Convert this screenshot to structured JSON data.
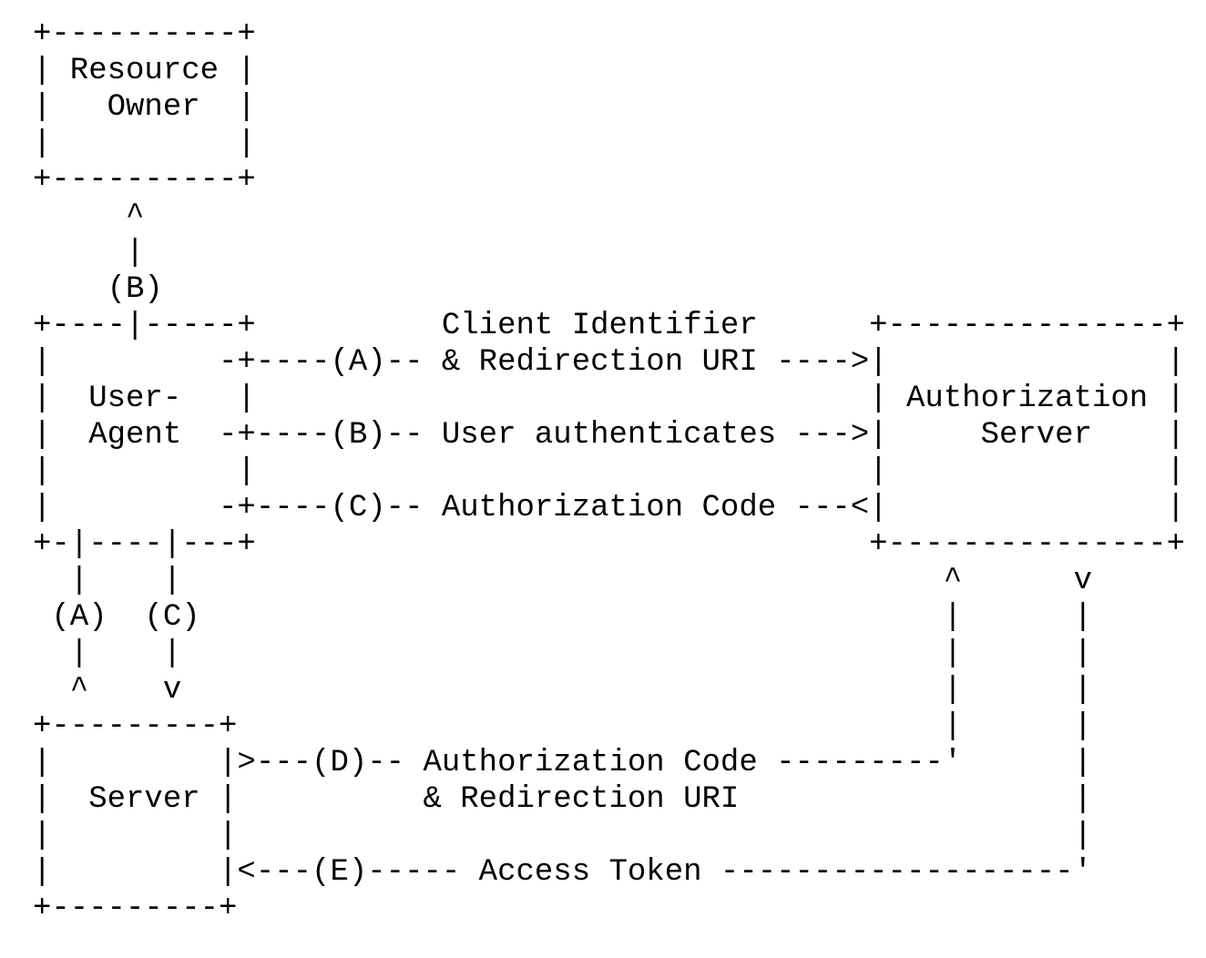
{
  "page": {
    "background_color": "#ffffff",
    "text_color": "#000000"
  },
  "diagram": {
    "kind": "ascii-flow-diagram",
    "lines": [
      "+----------+",
      "| Resource |",
      "|   Owner  |",
      "|          |",
      "+----------+",
      "     ^",
      "     |",
      "    (B)",
      "+----|-----+          Client Identifier      +---------------+",
      "|         -+----(A)-- & Redirection URI ---->|               |",
      "|  User-   |                                 | Authorization |",
      "|  Agent  -+----(B)-- User authenticates --->|     Server    |",
      "|          |                                 |               |",
      "|         -+----(C)-- Authorization Code ---<|               |",
      "+-|----|---+                                 +---------------+",
      "  |    |                                         ^      v",
      " (A)  (C)                                        |      |",
      "  |    |                                         |      |",
      "  ^    v                                         |      |",
      "+---------+                                      |      |",
      "|         |>---(D)-- Authorization Code ---------'      |",
      "|  Server |          & Redirection URI                  |",
      "|         |                                             |",
      "|         |<---(E)----- Access Token -------------------'",
      "+---------+"
    ],
    "entities": [
      "Resource Owner",
      "User-Agent",
      "Authorization Server",
      "Server"
    ],
    "steps": [
      {
        "id": "(A)",
        "label": "Client Identifier & Redirection URI",
        "from": "User-Agent",
        "to": "Authorization Server"
      },
      {
        "id": "(B)",
        "label": "User authenticates",
        "from": "Resource Owner / User-Agent",
        "to": "Authorization Server"
      },
      {
        "id": "(C)",
        "label": "Authorization Code",
        "from": "Authorization Server",
        "to": "User-Agent"
      },
      {
        "id": "(D)",
        "label": "Authorization Code & Redirection URI",
        "from": "Server",
        "to": "Authorization Server"
      },
      {
        "id": "(E)",
        "label": "Access Token",
        "from": "Authorization Server",
        "to": "Server"
      }
    ]
  }
}
